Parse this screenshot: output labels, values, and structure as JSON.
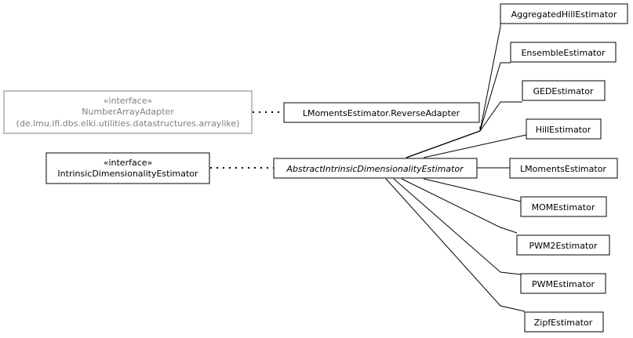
{
  "nodes": {
    "number_array_adapter": {
      "stereotype": "«interface»",
      "name": "NumberArrayAdapter",
      "package": "(de.lmu.ifi.dbs.elki.utilities.datastructures.arraylike)"
    },
    "intrinsic_dimensionality_estimator": {
      "stereotype": "«interface»",
      "name": "IntrinsicDimensionalityEstimator"
    },
    "reverse_adapter": {
      "name": "LMomentsEstimator.ReverseAdapter"
    },
    "abstract_estimator": {
      "name": "AbstractIntrinsicDimensionalityEstimator"
    },
    "subclasses": [
      {
        "name": "AggregatedHillEstimator"
      },
      {
        "name": "EnsembleEstimator"
      },
      {
        "name": "GEDEstimator"
      },
      {
        "name": "HillEstimator"
      },
      {
        "name": "LMomentsEstimator"
      },
      {
        "name": "MOMEstimator"
      },
      {
        "name": "PWM2Estimator"
      },
      {
        "name": "PWMEstimator"
      },
      {
        "name": "ZipfEstimator"
      }
    ]
  },
  "colors": {
    "line": "#000000",
    "external_box": "#808080",
    "background": "#ffffff"
  }
}
